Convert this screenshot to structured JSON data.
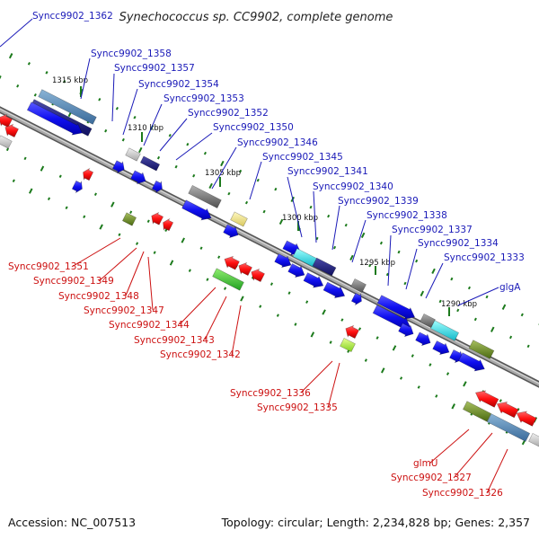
{
  "title": "Synechococcus sp. CC9902, complete genome",
  "footer": {
    "accession": "Accession: NC_007513",
    "topology": "Topology: circular; Length: 2,234,828 bp; Genes: 2,357"
  },
  "colors": {
    "forward_label": "#1a1ab8",
    "reverse_label": "#cc1111",
    "backbone": "#8a8a8a",
    "tick": "#1c7a1c"
  },
  "ticks": [
    "1315 kbp",
    "1310 kbp",
    "1305 kbp",
    "1300 kbp",
    "1295 kbp",
    "1290 kbp"
  ],
  "top_labels": [
    "Syncc9902_1362",
    "Syncc9902_1358",
    "Syncc9902_1357",
    "Syncc9902_1354",
    "Syncc9902_1353",
    "Syncc9902_1352",
    "Syncc9902_1350",
    "Syncc9902_1346",
    "Syncc9902_1345",
    "Syncc9902_1341",
    "Syncc9902_1340",
    "Syncc9902_1339",
    "Syncc9902_1338",
    "Syncc9902_1337",
    "Syncc9902_1334",
    "Syncc9902_1333",
    "glgA"
  ],
  "bottom_labels": [
    "Syncc9902_1351",
    "Syncc9902_1349",
    "Syncc9902_1348",
    "Syncc9902_1347",
    "Syncc9902_1344",
    "Syncc9902_1343",
    "Syncc9902_1342",
    "Syncc9902_1336",
    "Syncc9902_1335",
    "glmU",
    "Syncc9902_1327",
    "Syncc9902_1326"
  ]
}
